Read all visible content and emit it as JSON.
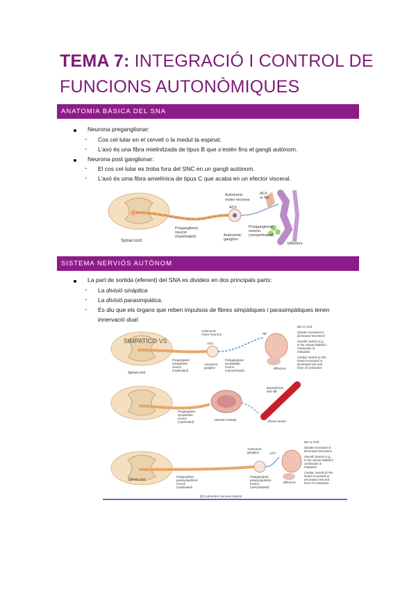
{
  "title": {
    "bold_part": "TEMA 7:",
    "rest_line1": " INTEGRACIÓ I CONTROL DE",
    "line2": "FUNCIONS AUTONÒMIQUES"
  },
  "section1": {
    "header": "ANATOMIA BÀSICA DEL SNA",
    "items": [
      {
        "label": "Neurona preganglionar:",
        "subitems": [
          "Cos cel·lular en el cervell o la medul·la espinal.",
          "L’axó és una fibra mielinitzada de tipus B que s’estén fins el gangli autònom."
        ]
      },
      {
        "label": "Neurona post ganglionar:",
        "subitems": [
          "El cos cel·lular es troba fora del SNC en un gangli autònom.",
          "L’axó és uma fibra amielínica de tipus C que acaba en un efector visceral."
        ]
      }
    ],
    "figure": {
      "labels": {
        "autonomic_motor_neurons": "Autonomic\nmotor neurons",
        "ach_or_ne": "ACh\nor NE",
        "ach": "ACh",
        "spinal_cord": "Spinal cord",
        "preganglionic": "Preganglionic\nneuron\n(myelinated)",
        "autonomic_ganglion": "Autonomic\nganglion",
        "postganglionic": "Postganglionic\nneuron\n(unmyelinated)",
        "effectors": "Effectors"
      }
    }
  },
  "section2": {
    "header": "SISTEMA NERVIÓS AUTÒNOM",
    "intro": "La part de sortida (eferent) del SNA es divideix en dos principals parts:",
    "sub1_prefix": "La ",
    "sub1_em": "divisió sinàptica",
    "sub2_prefix": "La ",
    "sub2_em": "divisió parasimpàtica",
    "sub2_suffix": ".",
    "sub3_line1": "Es diu que els òrgans que reben impulsos de fibres simpàtiques i parasimpàtiques tenen",
    "sub3_em": "innervació dual",
    "sub3_suffix": ".",
    "figure": {
      "row1": {
        "overlay": "SIMPATICO VS",
        "motor_neurons": "Autonomic\nmotor neurons",
        "ne": "NE",
        "ach": "ACh",
        "ne_or_ach": "NE or ACh:",
        "glands": "Glands–increased or\ndecreased secretions",
        "smooth": "Smooth muscle (e.g.,\nin the urinary bladder)–\ncontraction or\nrelaxation",
        "cardiac": "Cardiac muscle (in the\nheart)–increased or\ndecreased rate and\nforce of contraction",
        "spinal_cord": "Spinal cord",
        "preganglionic": "Preganglionic\nsympathetic\nneuron\n(myelinated)",
        "ganglion": "Autonomic\nganglion",
        "postganglionic": "Postganglionic\nsympathetic\nneuron\n(unmyelinated)",
        "effectors": "Effectors"
      },
      "row2": {
        "epinephrine": "Epinephrine\nand NE",
        "preganglionic": "Preganglionic\nsympathetic\nneuron\n(myelinated)",
        "adrenal": "Adrenal medulla",
        "blood_vessel": "Blood vessel"
      },
      "row3": {
        "ne_or_ach": "NE or ACh:",
        "glands": "Glands–increased or\ndecreased secretions",
        "smooth": "Smooth muscle (e.g.,\nin the urinary bladder)–\ncontraction or\nrelaxation",
        "cardiac": "Cardiac muscle (in the\nheart)–increased or\ndecreased rate and\nforce of contraction",
        "ganglion": "Autonomic\nganglion",
        "ach": "ACh",
        "spinal_cord": "Spinal cord",
        "preganglionic": "Preganglionic\nparasympathetic\nneuron\n(myelinated)",
        "postganglionic": "Postganglionic\nparasympathetic\nneuron\n(unmyelinated)",
        "effectors": "Effectors"
      },
      "caption": "(b) Autonomic nervous system"
    }
  },
  "colors": {
    "title": "#7b1b74",
    "band": "#8e1b8a",
    "axon": "#e7a86a",
    "vessel": "#c8202a"
  }
}
